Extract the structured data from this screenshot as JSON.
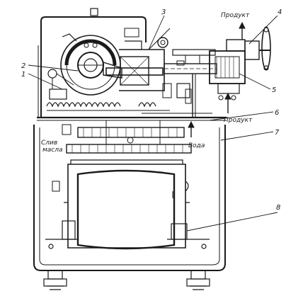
{
  "diagram": {
    "labels": {
      "product_out": "Продукт",
      "product_in": "Продукт",
      "water": "Вода",
      "oil_drain_line1": "Слив",
      "oil_drain_line2": "масла"
    },
    "callouts": {
      "n1": "1",
      "n2": "2",
      "n3": "3",
      "n4": "4",
      "n5": "5",
      "n6": "6",
      "n7": "7",
      "n8": "8"
    }
  }
}
